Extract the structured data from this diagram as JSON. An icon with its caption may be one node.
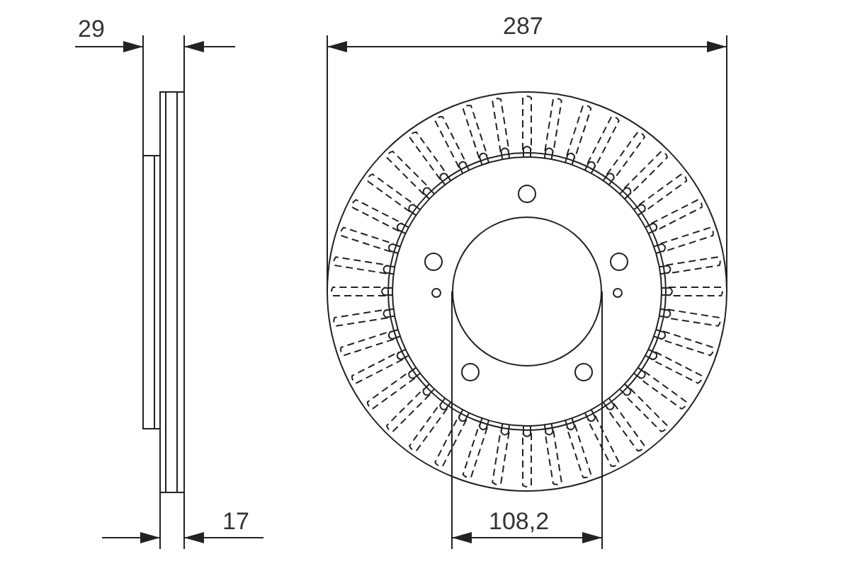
{
  "diagram": {
    "labels": [
      "29",
      "287",
      "17",
      "108,2"
    ]
  }
}
